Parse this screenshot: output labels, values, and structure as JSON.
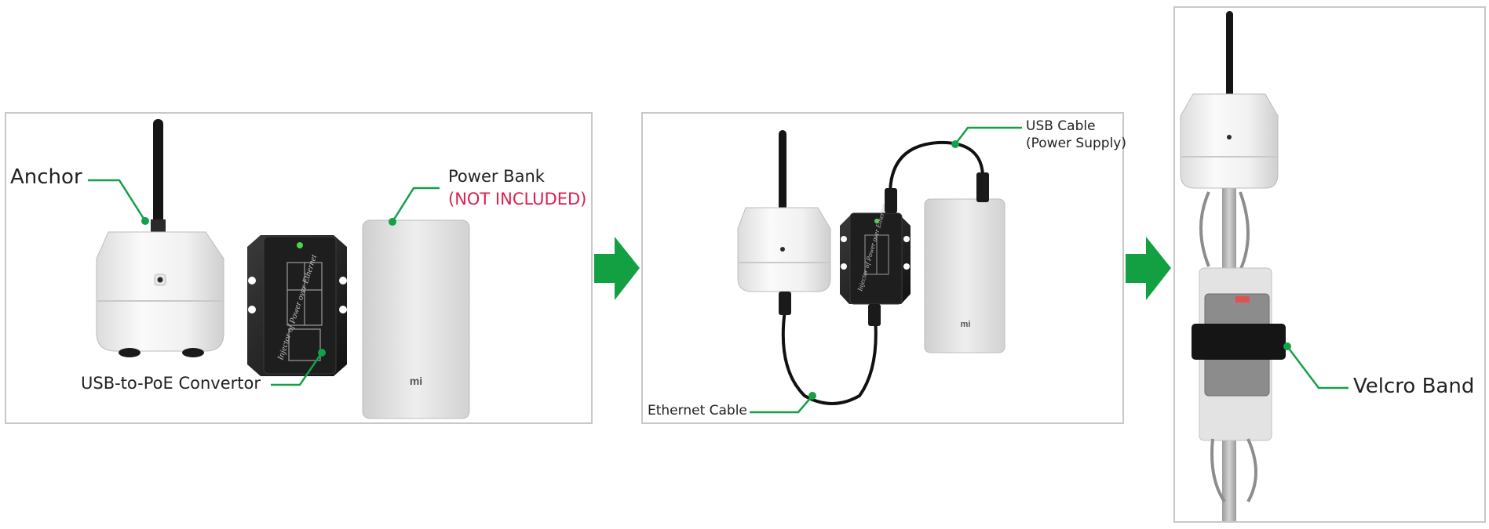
{
  "panel1": {
    "anchor_label": "Anchor",
    "converter_label": "USB-to-PoE Convertor",
    "powerbank_label": "Power Bank",
    "powerbank_note": "(NOT INCLUDED)",
    "converter_print": "Injector of Power over Ethernet",
    "powerbank_logo": "mi"
  },
  "panel2": {
    "usb_label_line1": "USB Cable",
    "usb_label_line2": "(Power Supply)",
    "ethernet_label": "Ethernet Cable",
    "converter_print": "Injector of Power over Ethernet",
    "powerbank_logo": "mi"
  },
  "panel3": {
    "velcro_label": "Velcro Band"
  },
  "colors": {
    "leader_line": "#14a049",
    "arrow": "#13a043",
    "note_red": "#d8204f",
    "panel_border": "#c8c8c8"
  }
}
